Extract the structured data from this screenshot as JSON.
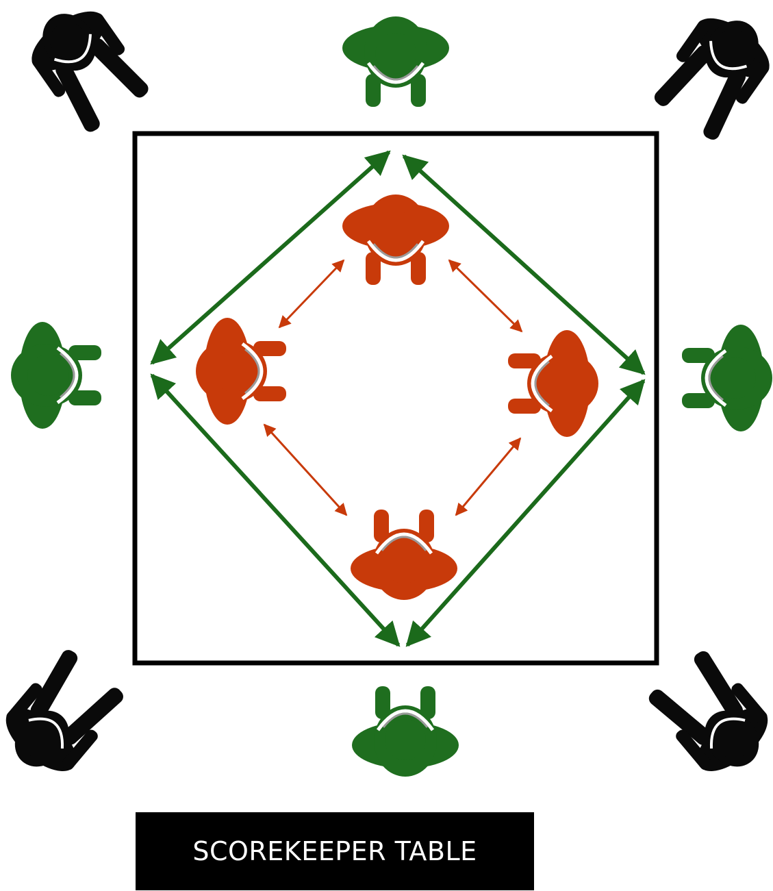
{
  "colors": {
    "background": "#ffffff",
    "court_border": "#000000",
    "outer_player": "#1f6e1f",
    "inner_player": "#c83a0a",
    "corner_player": "#0a0a0a",
    "outer_arrow": "#1b6a1b",
    "inner_arrow": "#c83a0a",
    "label_bg": "#000000",
    "label_text": "#ffffff"
  },
  "players": {
    "outer_ring_color_name": "green",
    "inner_ring_color_name": "red",
    "corner_color_name": "black",
    "icon": "person-top-view-icon"
  },
  "scorekeeper": {
    "label": "SCOREKEEPER TABLE"
  }
}
